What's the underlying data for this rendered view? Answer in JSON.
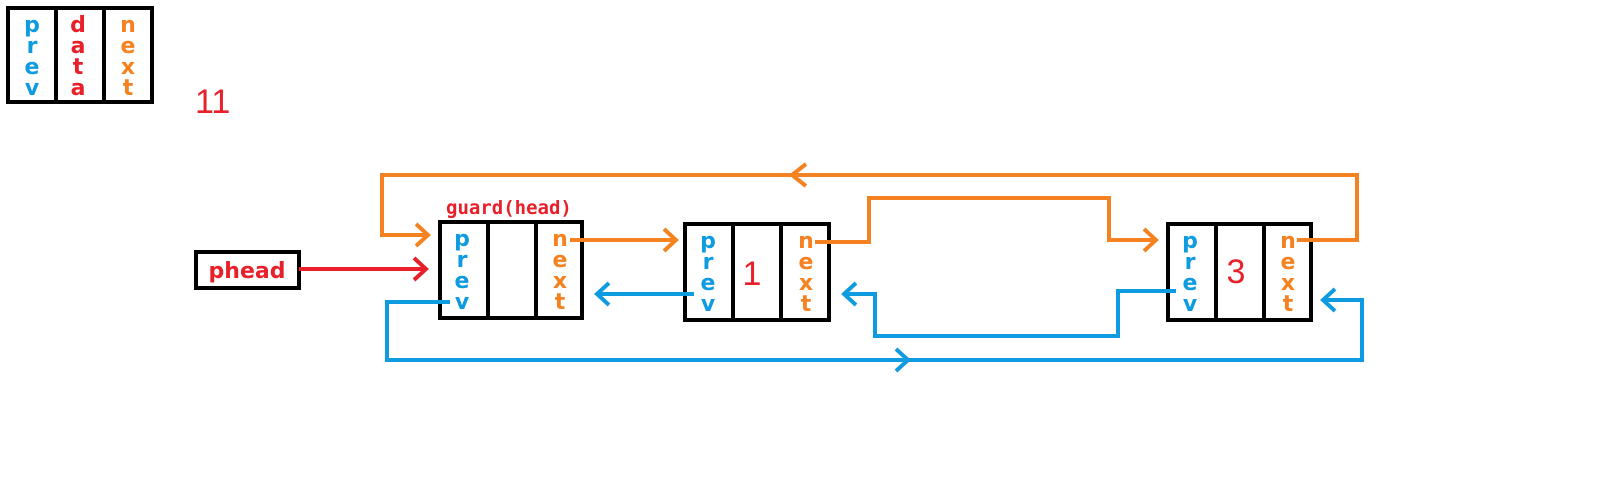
{
  "colors": {
    "prev": "#0f9be0",
    "data": "#e8202a",
    "next": "#f58220",
    "border": "#000000"
  },
  "legend": {
    "prev": "prev",
    "data": "data",
    "next": "next"
  },
  "counter": "11",
  "phead_label": "phead",
  "guard_label": "guard(head)",
  "nodes": [
    {
      "prev": "prev",
      "value": "",
      "next": "next"
    },
    {
      "prev": "prev",
      "value": "1",
      "next": "next"
    },
    {
      "prev": "prev",
      "value": "3",
      "next": "next"
    }
  ]
}
